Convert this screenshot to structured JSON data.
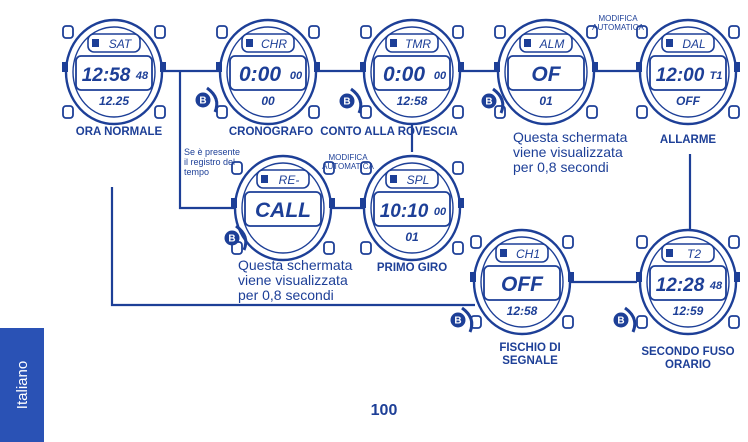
{
  "colors": {
    "ink": "#1d3f97",
    "tab": "#2a52b5",
    "tab_text": "#ffffff"
  },
  "labels": {
    "ora_normale": "ORA NORMALE",
    "cronografo": "CRONOGRAFO",
    "conto_alla_rovescia": "CONTO ALLA ROVESCIA",
    "allarme": "ALLARME",
    "primo_giro": "PRIMO GIRO",
    "fischio_line1": "FISCHIO DI",
    "fischio_line2": "SEGNALE",
    "secondo_line1": "SECONDO FUSO",
    "secondo_line2": "ORARIO"
  },
  "notes": {
    "modifica_top": [
      "MODIFICA",
      "AUTOMATICA"
    ],
    "modifica_mid": [
      "MODIFICA",
      "AUTOMATICA"
    ],
    "registro": [
      "Se è presente",
      "il registro del",
      "tempo"
    ],
    "schermata_top": [
      "Questa schermata",
      "viene visualizzata",
      "per 0,8 secondi"
    ],
    "schermata_bottom": [
      "Questa schermata",
      "viene visualizzata",
      "per 0,8 secondi"
    ]
  },
  "button_label": "B",
  "watches": [
    {
      "id": "ora-normale",
      "mode": "SAT",
      "main": "12:58",
      "sec": "48",
      "sub": "12.25"
    },
    {
      "id": "cronografo",
      "mode": "CHR",
      "main": "0:00",
      "sec": "00",
      "sub": "00"
    },
    {
      "id": "conto-rovescia",
      "mode": "TMR",
      "main": "0:00",
      "sec": "00",
      "sub": "12:58"
    },
    {
      "id": "alarm-status",
      "mode": "ALM",
      "main": "OF",
      "sec": "",
      "sub": "01"
    },
    {
      "id": "allarme",
      "mode": "DAL",
      "main": "12:00",
      "sec": "T1",
      "sub": "OFF"
    },
    {
      "id": "recall",
      "mode": "RE-",
      "main": "CALL",
      "sec": "",
      "sub": ""
    },
    {
      "id": "primo-giro",
      "mode": "SPL",
      "main": "10:10",
      "sec": "00",
      "sub": "01"
    },
    {
      "id": "fischio",
      "mode": "CH1",
      "main": "OFF",
      "sec": "",
      "sub": "12:58"
    },
    {
      "id": "secondo-fuso",
      "mode": "T2",
      "main": "12:28",
      "sec": "48",
      "sub": "12:59"
    }
  ],
  "sidebar_language": "Italiano",
  "page_number": "100"
}
